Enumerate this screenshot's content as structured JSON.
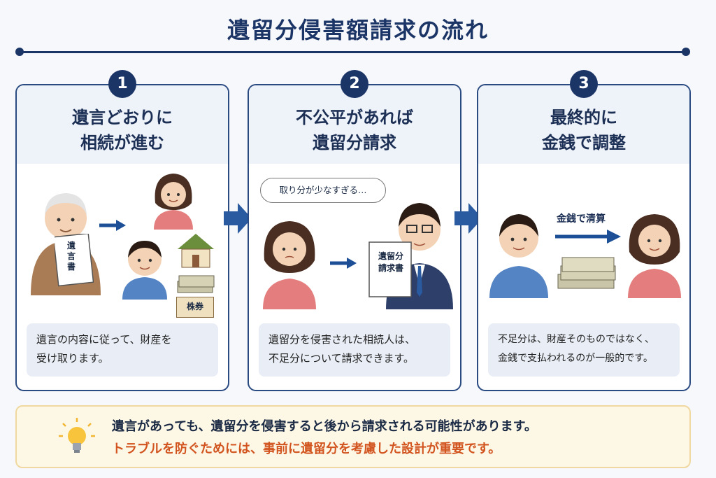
{
  "title": "遺留分侵害額請求の流れ",
  "steps": [
    {
      "number": "1",
      "title_line1": "遺言どおりに",
      "title_line2": "相続が進む",
      "desc_line1": "遺言の内容に従って、財産を",
      "desc_line2": "受け取ります。",
      "document_label": "遺言書",
      "stock_label": "株券"
    },
    {
      "number": "2",
      "title_line1": "不公平があれば",
      "title_line2": "遺留分請求",
      "desc_line1": "遺留分を侵害された相続人は、",
      "desc_line2": "不足分について請求できます。",
      "bubble": "取り分が少なすぎる…",
      "document_label_line1": "遺留分",
      "document_label_line2": "請求書"
    },
    {
      "number": "3",
      "title_line1": "最終的に",
      "title_line2": "金銭で調整",
      "desc_line1": "不足分は、財産そのものではなく、",
      "desc_line2": "金銭で支払われるのが一般的です。",
      "cash_label": "金銭で清算"
    }
  ],
  "note": {
    "line1": "遺言があっても、遺留分を侵害すると後から請求される可能性があります。",
    "line2": "トラブルを防ぐためには、事前に遺留分を考慮した設計が重要です。"
  },
  "colors": {
    "navy": "#1c3567",
    "accent_orange": "#d2541e",
    "note_bg": "#fdf7e6"
  }
}
